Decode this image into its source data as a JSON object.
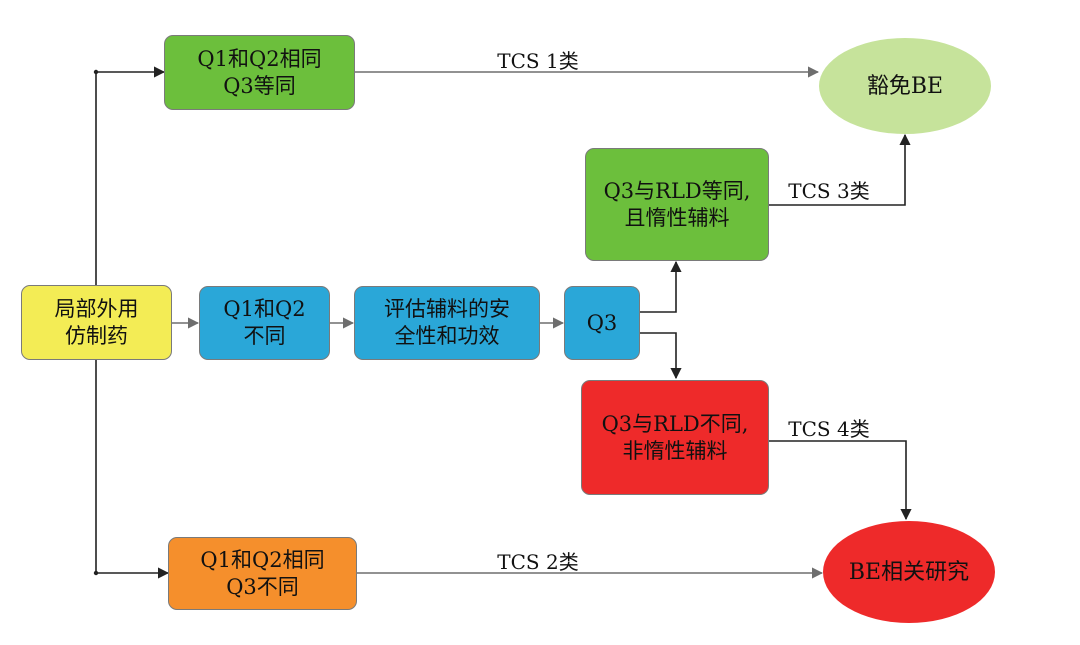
{
  "colors": {
    "yellow": "#f3ec55",
    "green": "#6cbf3c",
    "blue": "#2aa7d8",
    "orange": "#f58f2c",
    "red": "#ee2a2a",
    "light_green": "#c6e39b",
    "arrow": "#6e6e6e",
    "arrow_dark": "#222222"
  },
  "nodes": {
    "start": [
      "局部外用",
      "仿制药"
    ],
    "q1q2_same_q3_equiv": [
      "Q1和Q2相同",
      "Q3等同"
    ],
    "q1q2_diff": [
      "Q1和Q2",
      "不同"
    ],
    "eval_safety": [
      "评估辅料的安",
      "全性和功效"
    ],
    "q3": [
      "Q3"
    ],
    "q3_rld_equiv": [
      "Q3与RLD等同,",
      "且惰性辅料"
    ],
    "q3_rld_diff": [
      "Q3与RLD不同,",
      "非惰性辅料"
    ],
    "q1q2_same_q3_diff": [
      "Q1和Q2相同",
      "Q3不同"
    ],
    "waiver": [
      "豁免BE"
    ],
    "be_study": [
      "BE相关研究"
    ]
  },
  "edge_labels": {
    "tcs1": "TCS 1类",
    "tcs2": "TCS 2类",
    "tcs3": "TCS 3类",
    "tcs4": "TCS 4类"
  }
}
